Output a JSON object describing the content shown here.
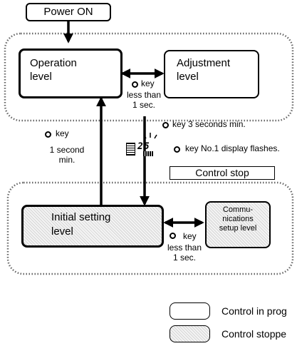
{
  "nodes": {
    "power_on": "Power ON",
    "operation_level": {
      "line1": "Operation",
      "line2": "level"
    },
    "adjustment_level": {
      "line1": "Adjustment",
      "line2": "level"
    },
    "initial_setting_level": {
      "line1": "Initial setting",
      "line2": "level"
    },
    "communications_setup_level": {
      "line1": "Commu-",
      "line2": "nications",
      "line3": "setup level"
    }
  },
  "transitions": {
    "op_adj_key": {
      "key": "key",
      "line2": "less than",
      "line3": "1 sec."
    },
    "init_comm_key": {
      "key": "key",
      "line2": "less than",
      "line3": "1 sec."
    },
    "init_op_key": {
      "key": "key",
      "line2": "1 second",
      "line3": "min."
    },
    "op_init_key": "key  3 seconds min.",
    "display_flash": "key No.1 display flashes.",
    "control_stop": "Control stop",
    "display_glyph": "25"
  },
  "legend": {
    "in_progress": "Control in prog",
    "stopped": "Control stoppe"
  },
  "colors": {
    "line": "#000000",
    "stopped_fill": "#e3e3e3"
  }
}
